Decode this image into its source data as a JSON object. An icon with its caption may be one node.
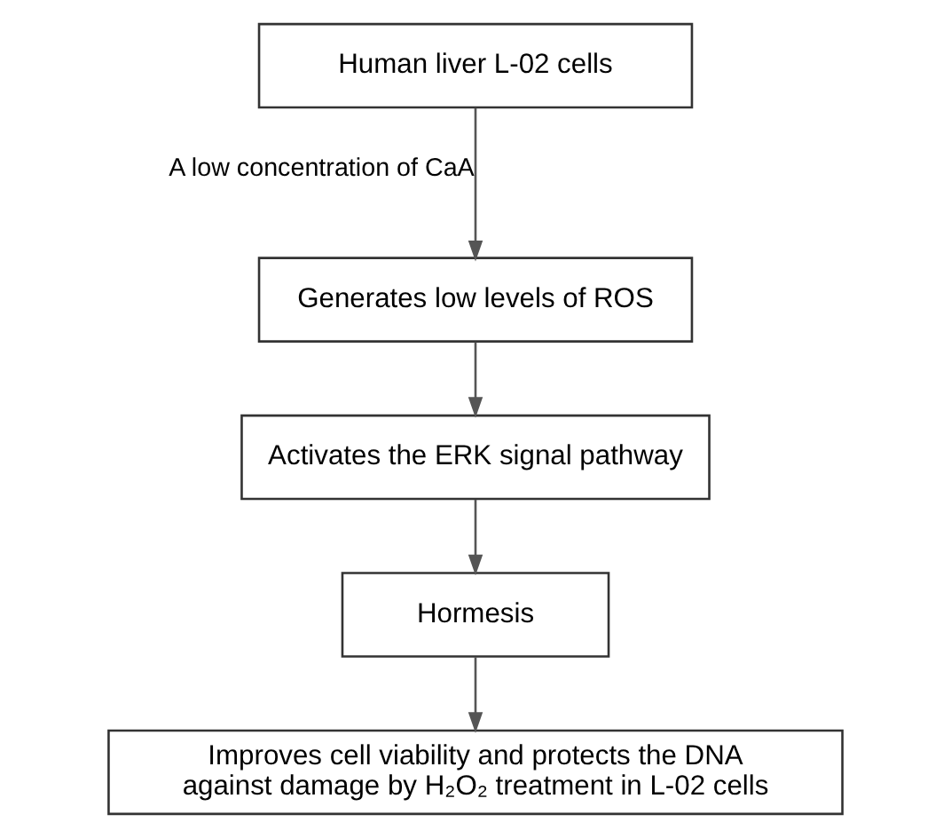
{
  "diagram": {
    "nodes": [
      {
        "text": [
          "Human liver L-02 cells"
        ]
      },
      {
        "text": [
          "Generates low levels of ROS"
        ]
      },
      {
        "text": [
          "Activates the ERK signal pathway"
        ]
      },
      {
        "text": [
          "Hormesis"
        ]
      },
      {
        "text": [
          "Improves cell viability and protects the DNA against damage by H₂O₂ treatment in L-02 cells"
        ]
      }
    ],
    "edges": [
      {
        "from": 0,
        "to": 1,
        "arrow": "to",
        "label": "A low concentration of CaA"
      },
      {
        "from": 1,
        "to": 2,
        "arrow": "to"
      },
      {
        "from": 2,
        "to": 3,
        "arrow": "to"
      },
      {
        "from": 3,
        "to": 4,
        "arrow": "to"
      }
    ]
  }
}
